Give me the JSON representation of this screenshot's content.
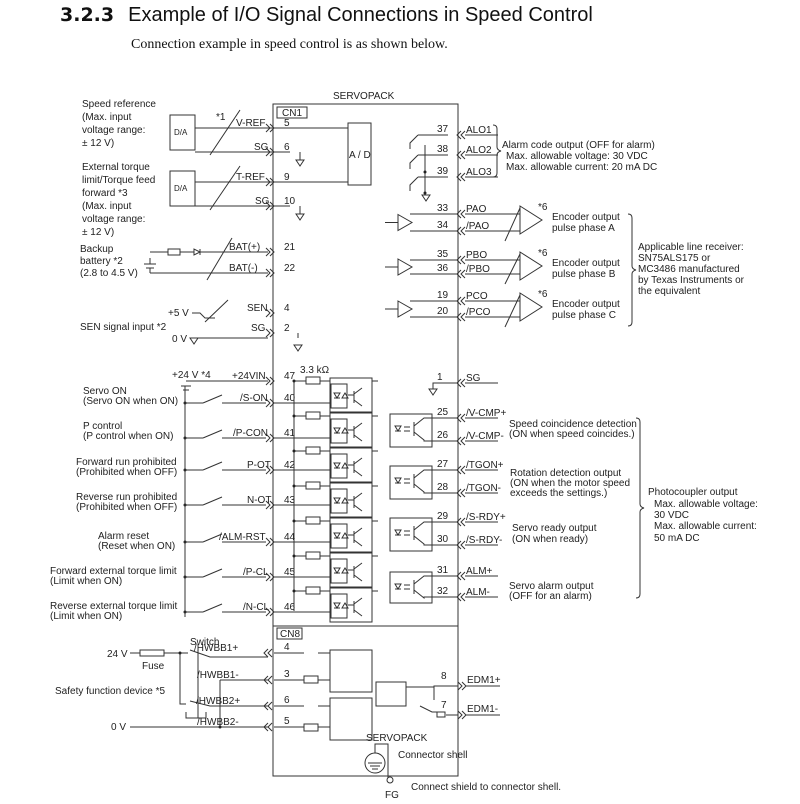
{
  "header": {
    "section_number": "3.2.3",
    "title": "Example of I/O Signal Connections in Speed Control",
    "subtitle": "Connection example in speed control is as shown below."
  },
  "diagram": {
    "servopack_label": "SERVOPACK",
    "cn1_label": "CN1",
    "cn8_label": "CN8",
    "ad_label": "A / D",
    "da_label": "D/A",
    "resistor_label": "3.3 kΩ",
    "fg_label": "FG",
    "connector_shell_label": "Connector shell",
    "shield_note": "Connect shield to connector shell.",
    "left_descriptions": {
      "speed_reference": [
        "Speed reference",
        "(Max. input",
        "voltage range:",
        "± 12 V)"
      ],
      "torque_limit": [
        "External torque",
        "limit/Torque feed",
        "forward *3",
        "(Max. input",
        "voltage range:",
        "± 12 V)"
      ],
      "backup_battery": [
        "Backup",
        "battery *2",
        "(2.8 to 4.5 V)"
      ],
      "sen_input": "SEN signal input *2",
      "plus5v": "+5 V",
      "zero_v": "0 V",
      "plus24v": "+24 V *4",
      "note1": "*1",
      "servo_on": [
        "Servo ON",
        "(Servo ON when ON)"
      ],
      "p_control": [
        "P control",
        "(P control when ON)"
      ],
      "fwd_prohibit": [
        "Forward run prohibited",
        "(Prohibited when OFF)"
      ],
      "rev_prohibit": [
        "Reverse run prohibited",
        "(Prohibited when OFF)"
      ],
      "alarm_reset": [
        "Alarm reset",
        "(Reset when ON)"
      ],
      "fwd_torque": [
        "Forward external torque limit",
        "(Limit when ON)"
      ],
      "rev_torque": [
        "Reverse external torque limit",
        "(Limit when ON)"
      ],
      "v24": "24 V",
      "fuse": "Fuse",
      "switch": "Switch",
      "safety_device": "Safety function device *5",
      "v0": "0 V"
    },
    "inputs": [
      {
        "signal": "V-REF",
        "pin": "5"
      },
      {
        "signal": "SG",
        "pin": "6"
      },
      {
        "signal": "T-REF",
        "pin": "9"
      },
      {
        "signal": "SG",
        "pin": "10"
      },
      {
        "signal": "BAT(+)",
        "pin": "21"
      },
      {
        "signal": "BAT(-)",
        "pin": "22"
      },
      {
        "signal": "SEN",
        "pin": "4"
      },
      {
        "signal": "SG",
        "pin": "2"
      },
      {
        "signal": "+24VIN",
        "pin": "47"
      },
      {
        "signal": "/S-ON",
        "pin": "40"
      },
      {
        "signal": "/P-CON",
        "pin": "41"
      },
      {
        "signal": "P-OT",
        "pin": "42"
      },
      {
        "signal": "N-OT",
        "pin": "43"
      },
      {
        "signal": "/ALM-RST",
        "pin": "44"
      },
      {
        "signal": "/P-CL",
        "pin": "45"
      },
      {
        "signal": "/N-CL",
        "pin": "46"
      }
    ],
    "safety_inputs": [
      {
        "signal": "/HWBB1+",
        "pin": "4"
      },
      {
        "signal": "/HWBB1-",
        "pin": "3"
      },
      {
        "signal": "/HWBB2+",
        "pin": "6"
      },
      {
        "signal": "/HWBB2-",
        "pin": "5"
      }
    ],
    "outputs": [
      {
        "signal": "ALO1",
        "pin": "37"
      },
      {
        "signal": "ALO2",
        "pin": "38"
      },
      {
        "signal": "ALO3",
        "pin": "39"
      },
      {
        "signal": "PAO",
        "pin": "33"
      },
      {
        "signal": "/PAO",
        "pin": "34"
      },
      {
        "signal": "PBO",
        "pin": "35"
      },
      {
        "signal": "/PBO",
        "pin": "36"
      },
      {
        "signal": "PCO",
        "pin": "19"
      },
      {
        "signal": "/PCO",
        "pin": "20"
      },
      {
        "signal": "SG",
        "pin": "1"
      },
      {
        "signal": "/V-CMP+",
        "pin": "25"
      },
      {
        "signal": "/V-CMP-",
        "pin": "26"
      },
      {
        "signal": "/TGON+",
        "pin": "27"
      },
      {
        "signal": "/TGON-",
        "pin": "28"
      },
      {
        "signal": "/S-RDY+",
        "pin": "29"
      },
      {
        "signal": "/S-RDY-",
        "pin": "30"
      },
      {
        "signal": "ALM+",
        "pin": "31"
      },
      {
        "signal": "ALM-",
        "pin": "32"
      },
      {
        "signal": "EDM1+",
        "pin": "8"
      },
      {
        "signal": "EDM1-",
        "pin": "7"
      }
    ],
    "right_descriptions": {
      "alarm_code": [
        "Alarm code output (OFF for alarm)",
        "Max. allowable voltage: 30 VDC",
        "Max. allowable current: 20 mA DC"
      ],
      "enc_a": [
        "Encoder output",
        "pulse phase A"
      ],
      "enc_b": [
        "Encoder output",
        "pulse phase B"
      ],
      "enc_c": [
        "Encoder output",
        "pulse phase C"
      ],
      "note6": "*6",
      "line_receiver": [
        "Applicable line receiver:",
        "SN75ALS175 or",
        "MC3486 manufactured",
        "by Texas Instruments or",
        "the equivalent"
      ],
      "speed_coincidence": [
        "Speed coincidence detection",
        "(ON when speed coincides.)"
      ],
      "rotation_detection": [
        "Rotation detection output",
        "(ON when the motor speed",
        "exceeds the settings.)"
      ],
      "servo_ready": [
        "Servo ready output",
        "(ON when ready)"
      ],
      "servo_alarm": [
        "Servo alarm output",
        "(OFF for an alarm)"
      ],
      "photocoupler": [
        "Photocoupler output",
        "Max. allowable voltage:",
        "30 VDC",
        "Max. allowable current:",
        "50 mA DC"
      ]
    }
  }
}
